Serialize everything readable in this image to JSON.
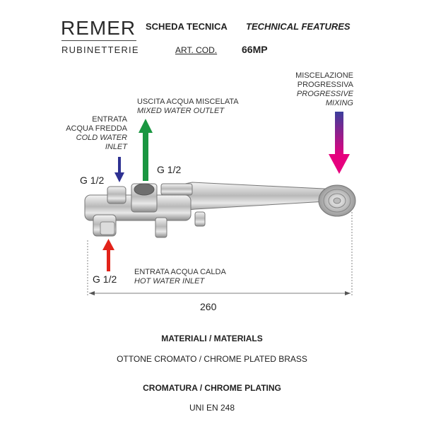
{
  "logo": {
    "name": "REMER",
    "sub": "RUBINETTERIE"
  },
  "header": {
    "scheda": "SCHEDA TECNICA",
    "technical": "TECHNICAL FEATURES",
    "art_cod": "ART. COD.",
    "code": "66MP"
  },
  "labels": {
    "cold_it": [
      "ENTRATA",
      "ACQUA FREDDA"
    ],
    "cold_en": [
      "COLD WATER",
      "INLET"
    ],
    "mixed_it": "USCITA ACQUA MISCELATA",
    "mixed_en": "MIXED WATER OUTLET",
    "progressive_it": [
      "MISCELAZIONE",
      "PROGRESSIVA"
    ],
    "progressive_en": [
      "PROGRESSIVE",
      "MIXING"
    ],
    "hot_it": "ENTRATA ACQUA CALDA",
    "hot_en": "HOT WATER INLET"
  },
  "threads": {
    "left": "G 1/2",
    "center": "G 1/2",
    "bottom": "G 1/2"
  },
  "dimension": "260",
  "materials": {
    "title": "MATERIALI / MATERIALS",
    "value": "OTTONE CROMATO / CHROME PLATED BRASS"
  },
  "plating": {
    "title": "CROMATURA / CHROME PLATING",
    "value": "UNI EN 248"
  },
  "colors": {
    "cold_arrow": "#2e3192",
    "mixed_arrow": "#1a9641",
    "hot_arrow": "#e2231a",
    "progressive_top": "#3b3f9c",
    "progressive_bottom": "#e6007e"
  }
}
